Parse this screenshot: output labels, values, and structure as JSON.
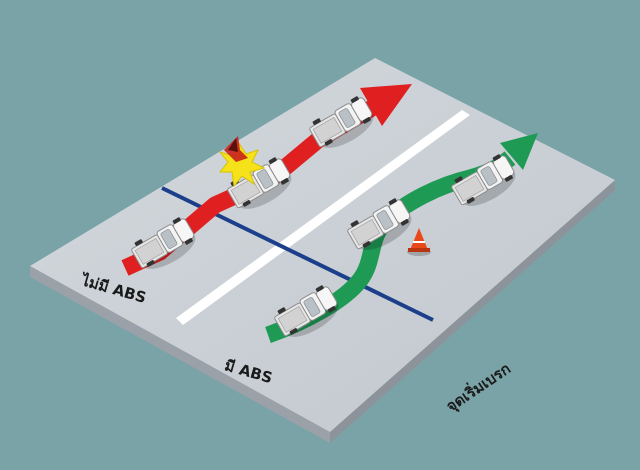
{
  "labels": {
    "without_abs": "ไม่มี ABS",
    "with_abs": "มี ABS",
    "braking_point": "จุดเริ่มเบรก"
  },
  "colors": {
    "background": "#7aa3a8",
    "road_top": "#c9ced4",
    "road_side": "#a9b0b7",
    "lane_line": "#ffffff",
    "brake_line": "#1c3f8c",
    "path_without_abs": "#e02020",
    "path_with_abs": "#1f9a55",
    "cone": "#e8481a",
    "impact_burst": "#f5e21a",
    "car_body": "#f1f1f1"
  },
  "icons": {
    "cars": "pickup-truck-icon",
    "obstacle": "traffic-cone-icon",
    "collision": "impact-burst-icon"
  }
}
